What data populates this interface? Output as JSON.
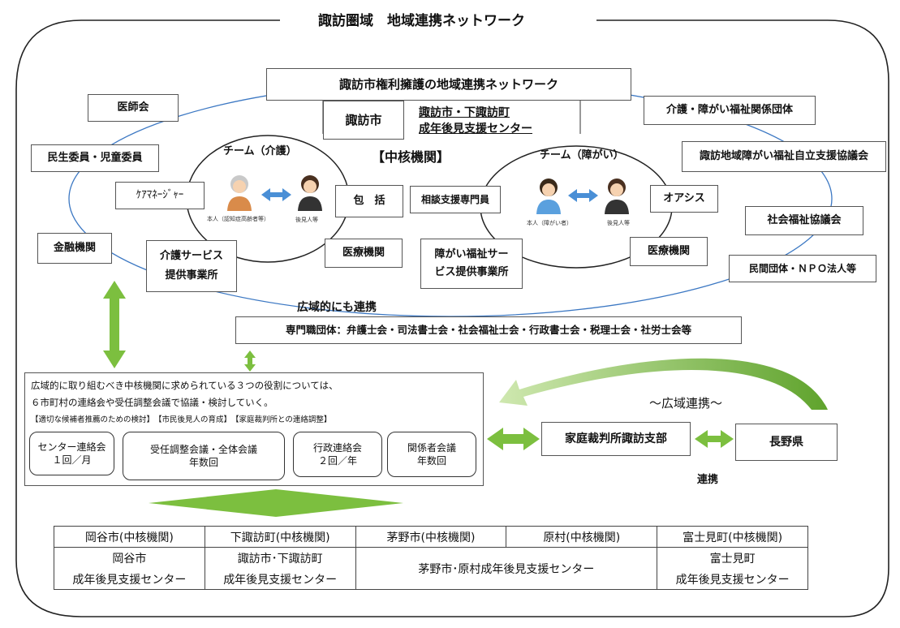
{
  "title": "諏訪圏域　地域連携ネットワーク",
  "suwa_network": {
    "header": "諏訪市権利擁護の地域連携ネットワーク",
    "city": "諏訪市",
    "center_line1": "諏訪市・下諏訪町",
    "center_line2": "成年後見支援センター",
    "core_label": "【中核機関】"
  },
  "team_care": {
    "label": "チーム（介護）",
    "person1_caption": "本人（認知症高齢者等）",
    "person2_caption": "後見人等"
  },
  "team_disability": {
    "label": "チーム（障がい）",
    "person1_caption": "本人（障がい者）",
    "person2_caption": "後見人等"
  },
  "boxes": {
    "ishikai": "医師会",
    "minsei": "民生委員・児童委員",
    "care_manager": "ｹｱﾏﾈｰｼﾞｬｰ",
    "houkatsu": "包　括",
    "kinyu": "金融機関",
    "kaigo_service_1": "介護サービス",
    "kaigo_service_2": "提供事業所",
    "iryo1": "医療機関",
    "soudan": "相談支援専門員",
    "shogai_service_1": "障がい福祉サー",
    "shogai_service_2": "ビス提供事業所",
    "iryo2": "医療機関",
    "oasis": "オアシス",
    "kaigo_shogai": "介護・障がい福祉関係団体",
    "suwa_jiritsu": "諏訪地域障がい福祉自立支援協議会",
    "shakyo": "社会福祉協議会",
    "npo": "民間団体・ＮＰＯ法人等"
  },
  "wide_area_label": "広域的にも連携",
  "professional": "専門職団体：弁護士会・司法書士会・社会福祉士会・行政書士会・税理士会・社労士会等",
  "regional": {
    "line1": "広域的に取り組むべき中核機関に求められている３つの役割については、",
    "line2": "６市町村の連絡会や受任調整会議で協議・検討していく。",
    "roles": "【適切な候補者推薦のための検討】　【市民後見人の育成】　【家庭裁判所との連絡調整】",
    "meetings": [
      {
        "name": "センター連絡会",
        "freq": "１回／月"
      },
      {
        "name": "受任調整会議・全体会議",
        "freq": "年数回"
      },
      {
        "name": "行政連絡会",
        "freq": "２回／年"
      },
      {
        "name": "関係者会議",
        "freq": "年数回"
      }
    ]
  },
  "court": "家庭裁判所諏訪支部",
  "prefecture": "長野県",
  "wide_link": "～広域連携～",
  "renkei": "連携",
  "table": {
    "headers": [
      "岡谷市(中核機関)",
      "下諏訪町(中核機関)",
      "茅野市(中核機関)",
      "原村(中核機関)",
      "富士見町(中核機関)"
    ],
    "okaya": [
      "岡谷市",
      "成年後見支援センター"
    ],
    "shimosuwa": [
      "諏訪市･下諏訪町",
      "成年後見支援センター"
    ],
    "chino_hara": "茅野市･原村成年後見支援センター",
    "fujimi": [
      "富士見町",
      "成年後見支援センター"
    ]
  },
  "colors": {
    "arrow_green": "#7cbf3f",
    "arrow_blue": "#4a8fd6",
    "line": "#333333"
  }
}
